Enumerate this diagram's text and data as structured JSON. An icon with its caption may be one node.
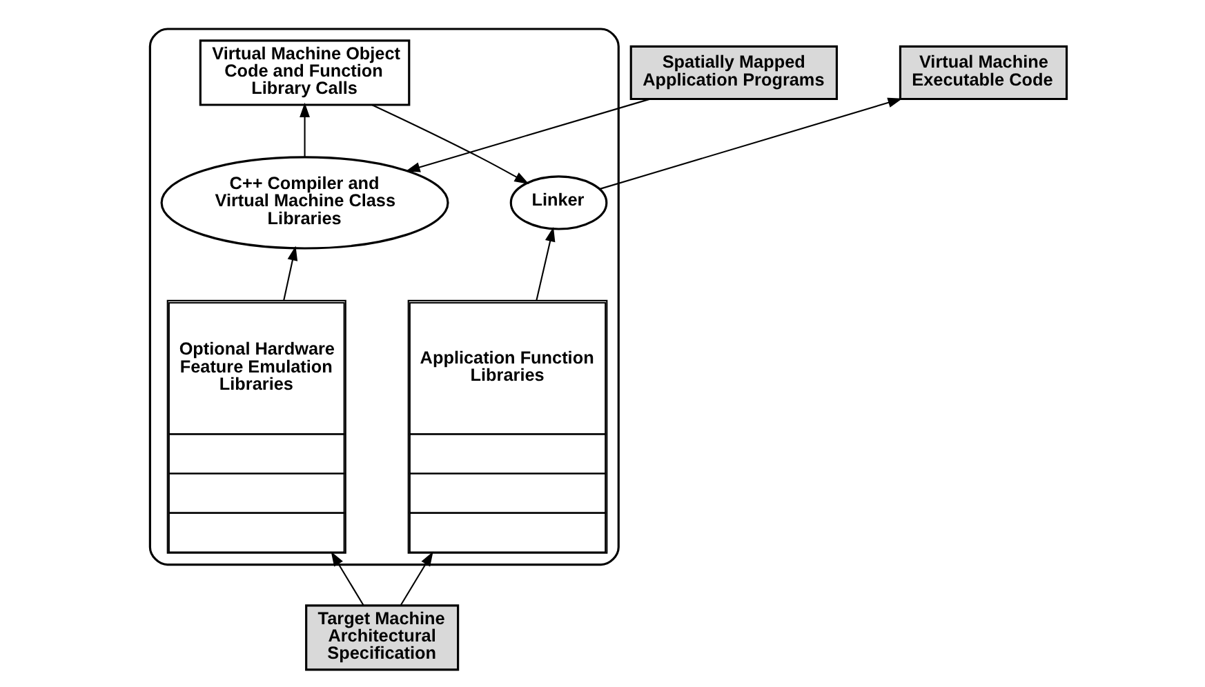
{
  "diagram": {
    "nodes": [
      {
        "text": [
          "Spatially Mapped Application Programs"
        ]
      },
      {
        "text": [],
        "shape": "ellipse"
      },
      {
        "text": [
          "Virtual Machine Object Code and Function Library Calls"
        ],
        "in": 1
      },
      {
        "text": [
          "Virtual Machine Executable Code"
        ]
      },
      {
        "text": [
          "C++ Compiler and Virtual Machine Class Libraries"
        ],
        "in": 1
      },
      {
        "text": [
          "Linker"
        ],
        "in": 1
      },
      {
        "text": [
          "Optional Hardware Feature Emulation Libraries"
        ],
        "in": 1
      },
      {
        "text": [
          "Application Function Libraries"
        ],
        "in": 1
      },
      {
        "text": [
          "Target Machine Architectural Specification"
        ]
      }
    ],
    "edges": [
      {
        "from": 0,
        "to": 4,
        "arrow": "to"
      },
      {
        "from": 4,
        "to": 2,
        "arrow": "to"
      },
      {
        "from": 2,
        "to": 5,
        "arrow": "to"
      },
      {
        "from": 5,
        "to": 3,
        "arrow": "to"
      },
      {
        "from": 6,
        "to": 4,
        "arrow": "to"
      },
      {
        "from": 7,
        "to": 5,
        "arrow": "to"
      },
      {
        "from": 8,
        "to": 6,
        "arrow": "to"
      },
      {
        "from": 8,
        "to": 7,
        "arrow": "to"
      }
    ]
  }
}
